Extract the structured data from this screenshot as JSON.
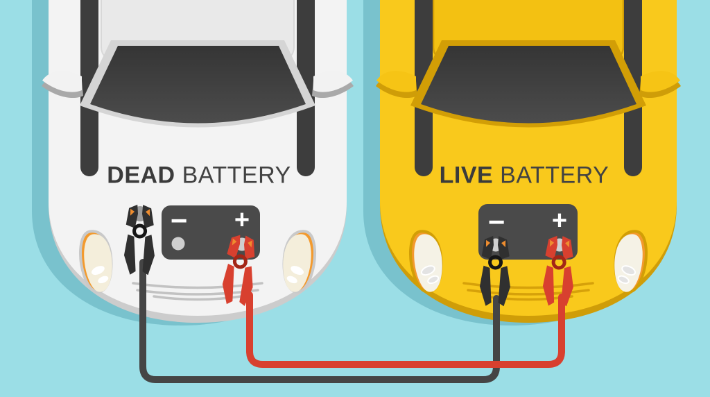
{
  "scene": {
    "background_color": "#9bdee6",
    "dead_car": {
      "label": {
        "emphasis": "DEAD",
        "rest": "BATTERY"
      },
      "body_color": "#f3f3f3",
      "battery": {
        "negative_sign": "−",
        "positive_sign": "+"
      }
    },
    "live_car": {
      "label": {
        "emphasis": "LIVE",
        "rest": "BATTERY"
      },
      "body_color": "#f9c91c",
      "battery": {
        "negative_sign": "−",
        "positive_sign": "+"
      }
    },
    "cables": {
      "negative_cable_color": "#454545",
      "positive_cable_color": "#d8402f",
      "clamp_accent_color": "#ef8d2f"
    }
  }
}
